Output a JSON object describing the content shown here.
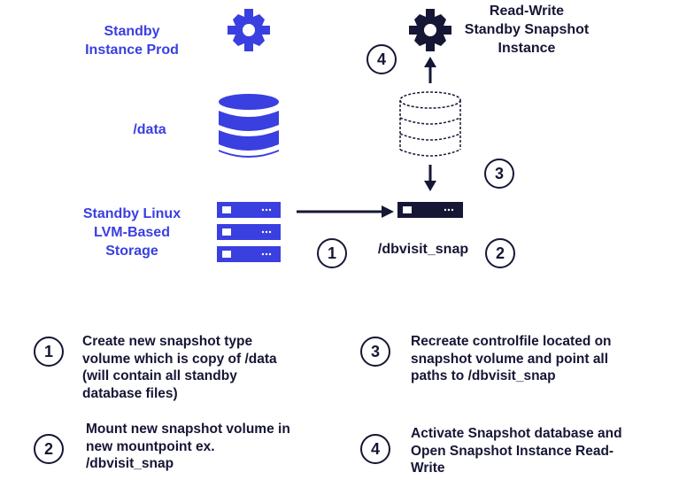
{
  "labels": {
    "standby_instance": "Standby\nInstance Prod",
    "data_volume": "/data",
    "standby_storage": "Standby Linux\nLVM-Based\nStorage",
    "snapshot_instance": "Read-Write\nStandby Snapshot\nInstance",
    "snap_mount": "/dbvisit_snap"
  },
  "markers": {
    "m1": "1",
    "m2": "2",
    "m3": "3",
    "m4": "4"
  },
  "steps": [
    {
      "num": "1",
      "text": "Create new snapshot type\nvolume which is copy of /data\n(will contain all standby\ndatabase files)"
    },
    {
      "num": "2",
      "text": "Mount new snapshot volume in\nnew mountpoint ex.\n/dbvisit_snap"
    },
    {
      "num": "3",
      "text": "Recreate controlfile located on\nsnapshot volume and point all\npaths to /dbvisit_snap"
    },
    {
      "num": "4",
      "text": "Activate Snapshot database and\nOpen Snapshot Instance Read-\nWrite"
    }
  ],
  "colors": {
    "primary": "#3a3fe0",
    "dark": "#161635",
    "white": "#ffffff"
  },
  "icons": [
    "gear-icon",
    "database-icon",
    "storage-server-icon",
    "arrow-icon"
  ]
}
